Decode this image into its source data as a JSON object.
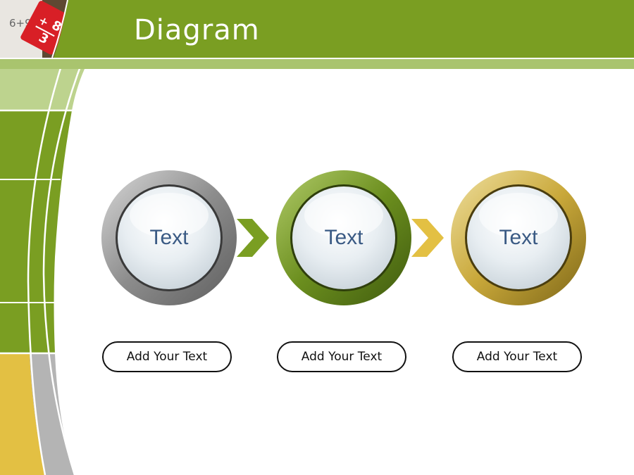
{
  "slide": {
    "title": "Diagram"
  },
  "thumbnail": {
    "math_text": "6+9",
    "card_digits": [
      "+",
      "3",
      "8"
    ]
  },
  "steps": [
    {
      "label": "Text",
      "caption": "Add Your Text",
      "ring_color": "gray"
    },
    {
      "label": "Text",
      "caption": "Add Your Text",
      "ring_color": "green"
    },
    {
      "label": "Text",
      "caption": "Add Your Text",
      "ring_color": "gold"
    }
  ],
  "colors": {
    "header_green": "#7a9e22",
    "band_light_green": "#a9c46e",
    "accent_gold": "#e3c043",
    "arrow_green": "#7a9e22",
    "arrow_gold": "#e3c043",
    "label_blue": "#3a5a84"
  }
}
